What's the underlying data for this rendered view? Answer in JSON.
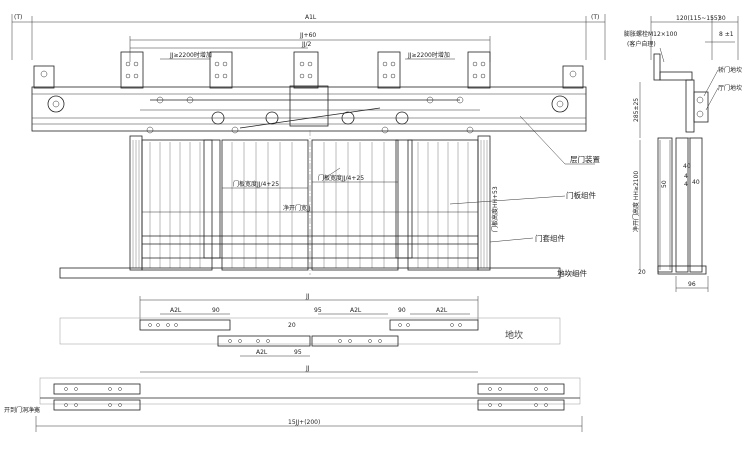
{
  "front_view": {
    "dims": {
      "a1l": "A1L",
      "t_left": "(T)",
      "t_right": "(T)",
      "jj60": "JJ+60",
      "jj2": "JJ/2",
      "rail_left": "JJ≥2200时增加",
      "rail_right": "JJ≥2200时增加",
      "door_width_left": "门板宽度JJ/4+25",
      "door_width_right": "门板宽度JJ/4+25",
      "clear_width": "净开门宽JJ",
      "door_height": "门板高度HH+53"
    },
    "labels": {
      "landing_door": "层门装置",
      "door_panel": "门板组件",
      "door_frame": "门套组件",
      "sill": "地坎组件"
    }
  },
  "side_view": {
    "dims": {
      "width_top": "120(115~155)",
      "dim_30": "30",
      "dim_8": "8 ±1",
      "bolt": "膨胀螺栓M12×100",
      "bolt_note": "(客户自理)",
      "height_285": "285±25",
      "dim_40a": "40",
      "dim_4a": "4",
      "dim_4b": "4",
      "dim_40b": "40",
      "dim_50": "50",
      "clear_height": "净开门高度 HH≥2100",
      "dim_20": "20",
      "dim_96": "96"
    },
    "labels": {
      "rail": "轿门地坎",
      "hall_sill": "厅门地坎"
    }
  },
  "plan_view": {
    "dims": {
      "jj_top": "JJ",
      "a2l_1": "A2L",
      "d90_1": "90",
      "d20": "20",
      "d95_1": "95",
      "a2l_2": "A2L",
      "d90_2": "90",
      "a2l_3": "A2L",
      "a2l_4": "A2L",
      "d95_2": "95"
    },
    "labels": {
      "sill": "地坎"
    }
  },
  "bottom_view": {
    "dims": {
      "jj": "JJ",
      "total": "15JJ+(200)"
    },
    "labels": {
      "clear_open": "开到门洞净宽"
    }
  }
}
